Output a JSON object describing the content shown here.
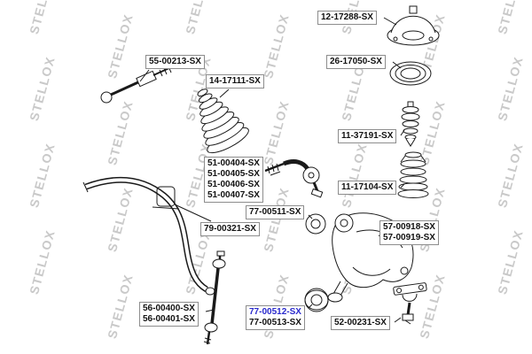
{
  "diagram": {
    "brand_watermark": "STELLOX",
    "watermark_color": "#c9c9c9",
    "highlight_color": "#2929cc",
    "line_color": "#1a1a1a",
    "parts": {
      "axial_joint": {
        "label": "55-00213-SX"
      },
      "steering_boot": {
        "label": "14-17111-SX"
      },
      "strut_mount": {
        "label": "12-17288-SX"
      },
      "strut_bearing": {
        "label": "26-17050-SX"
      },
      "bump_stop": {
        "label": "11-37191-SX"
      },
      "tie_rod_end_a": {
        "label": "51-00404-SX"
      },
      "tie_rod_end_b": {
        "label": "51-00405-SX"
      },
      "tie_rod_end_c": {
        "label": "51-00406-SX"
      },
      "tie_rod_end_d": {
        "label": "51-00407-SX"
      },
      "shock_boot": {
        "label": "11-17104-SX"
      },
      "arm_front_bushing": {
        "label": "77-00511-SX"
      },
      "stabilizer_bushing": {
        "label": "79-00321-SX"
      },
      "control_arm_a": {
        "label": "57-00918-SX"
      },
      "control_arm_b": {
        "label": "57-00919-SX"
      },
      "stabilizer_link_a": {
        "label": "56-00400-SX"
      },
      "stabilizer_link_b": {
        "label": "56-00401-SX"
      },
      "arm_rear_bushing_a": {
        "label": "77-00512-SX"
      },
      "arm_rear_bushing_b": {
        "label": "77-00513-SX"
      },
      "ball_joint": {
        "label": "52-00231-SX"
      }
    }
  }
}
